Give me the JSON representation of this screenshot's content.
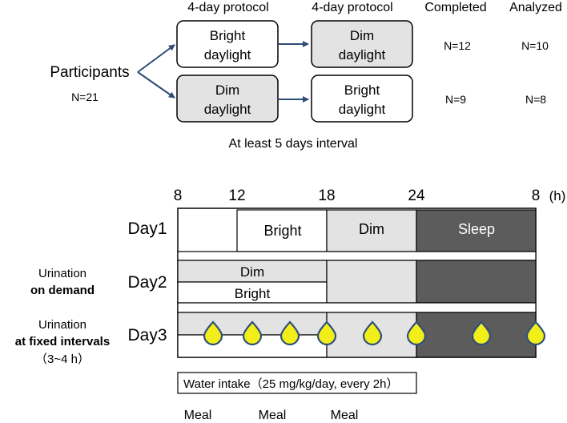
{
  "design": {
    "col_protocol_1": "4-day protocol",
    "col_protocol_2": "4-day protocol",
    "col_completed": "Completed",
    "col_analyzed": "Analyzed",
    "participants_label": "Participants",
    "participants_n": "N=21",
    "group_a": {
      "first_line1": "Bright",
      "first_line2": "daylight",
      "second_line1": "Dim",
      "second_line2": "daylight",
      "completed": "N=12",
      "analyzed": "N=10"
    },
    "group_b": {
      "first_line1": "Dim",
      "first_line2": "daylight",
      "second_line1": "Bright",
      "second_line2": "daylight",
      "completed": "N=9",
      "analyzed": "N=8"
    },
    "interval_note": "At least 5 days interval"
  },
  "timeline": {
    "hour_ticks": [
      "8",
      "12",
      "18",
      "24",
      "8"
    ],
    "hour_unit": "(h)",
    "day1": {
      "label": "Day1",
      "bright": "Bright",
      "dim": "Dim",
      "sleep": "Sleep"
    },
    "day2": {
      "label": "Day2",
      "dim": "Dim",
      "bright": "Bright",
      "note_line1": "Urination",
      "note_line2": "on demand"
    },
    "day3": {
      "label": "Day3",
      "note_line1": "Urination",
      "note_line2": "at fixed intervals",
      "note_line3": "（3~4 h）"
    },
    "water_intake": "Water intake（25 mg/kg/day, every 2h）",
    "meals": [
      "Meal",
      "Meal",
      "Meal"
    ]
  },
  "colors": {
    "arrow": "#2e4a76",
    "dim_fill": "#e3e3e3",
    "sleep_fill": "#5c5c5c",
    "drop_fill": "#f2ee1a",
    "drop_stroke": "#2f4f7a"
  }
}
